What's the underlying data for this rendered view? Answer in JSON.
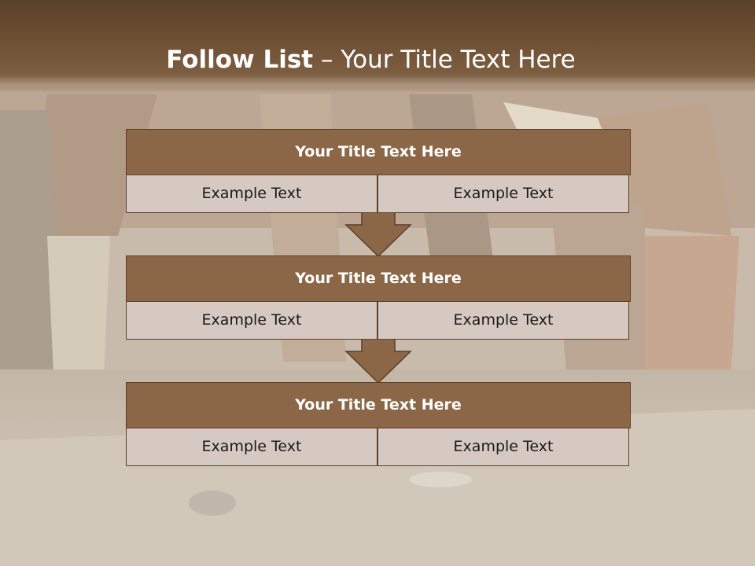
{
  "slide": {
    "title_bold": "Follow List",
    "title_sep": "–",
    "title_rest": "Your Title Text Here"
  },
  "steps": [
    {
      "title": "Your Title Text Here",
      "left": "Example Text",
      "right": "Example Text"
    },
    {
      "title": "Your Title Text Here",
      "left": "Example Text",
      "right": "Example Text"
    },
    {
      "title": "Your Title Text Here",
      "left": "Example Text",
      "right": "Example Text"
    }
  ],
  "colors": {
    "header_band": "#6e5035",
    "step_title_fill": "#8c6747",
    "cell_fill": "#d6c9c2",
    "outline": "#5b3f28",
    "arrow_fill": "#8c6747"
  }
}
